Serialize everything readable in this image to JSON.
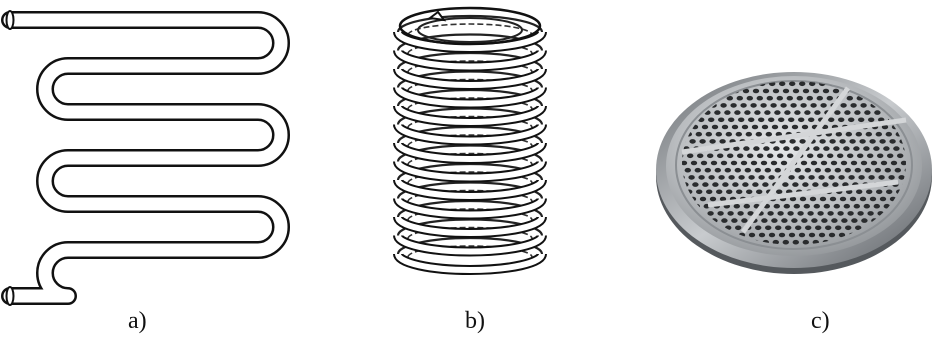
{
  "captions": {
    "a": "a)",
    "b": "b)",
    "c": "c)"
  },
  "figures": {
    "a": {
      "subject": "serpentine-tube-coil",
      "stroke_color": "#111111"
    },
    "b": {
      "subject": "helical-tube-coil",
      "stroke_color": "#1a1a1a"
    },
    "c": {
      "subject": "perforated-tube-sheet",
      "metal_color": "#b9bcbf",
      "hole_color": "#2a2c2e"
    }
  }
}
